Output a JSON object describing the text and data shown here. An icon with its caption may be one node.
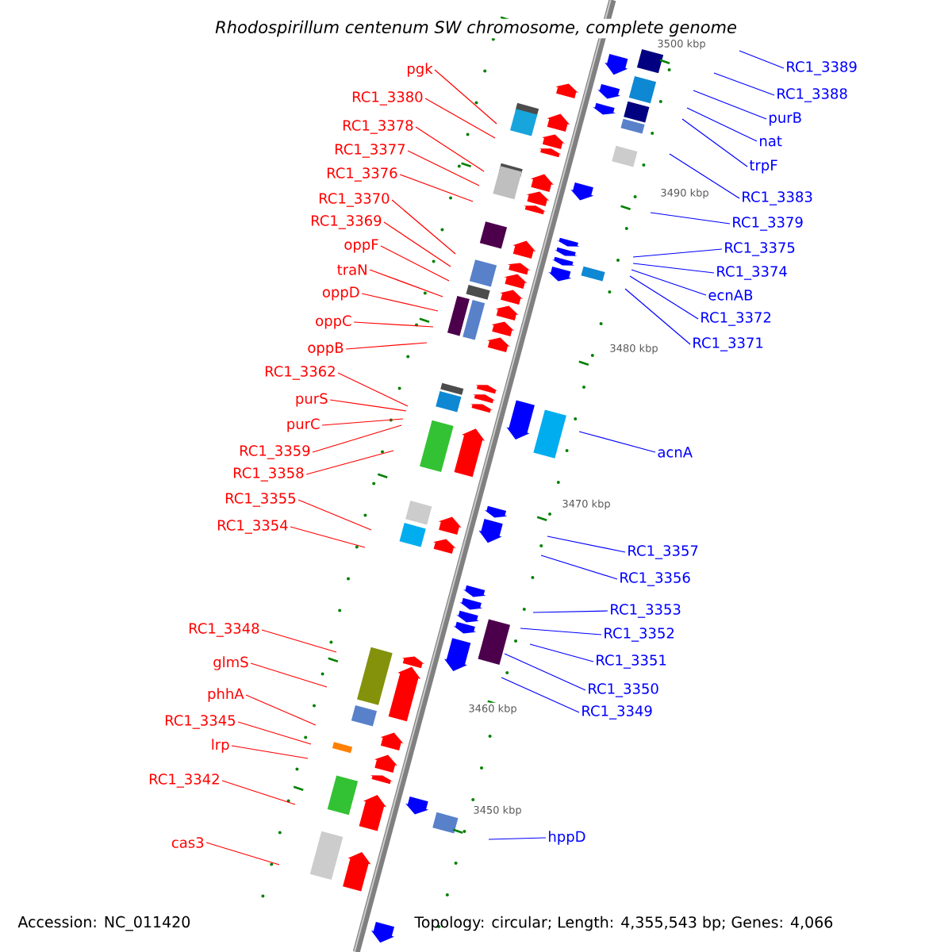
{
  "diagram": {
    "title": "Rhodospirillum centenum SW chromosome, complete genome",
    "nodes": [
      {
        "text": [
          "pgk"
        ]
      },
      {
        "text": [
          "RC1_3380"
        ]
      },
      {
        "text": [
          "RC1_3378"
        ]
      },
      {
        "text": [
          "RC1_3377"
        ]
      },
      {
        "text": [
          "RC1_3376"
        ]
      },
      {
        "text": [
          "RC1_3370"
        ]
      },
      {
        "text": [
          "RC1_3369"
        ]
      },
      {
        "text": [
          "oppF"
        ]
      },
      {
        "text": [
          "traN"
        ]
      },
      {
        "text": [
          "oppD"
        ]
      },
      {
        "text": [
          "oppC"
        ]
      },
      {
        "text": [
          "oppB"
        ]
      },
      {
        "text": [
          "RC1_3362"
        ]
      },
      {
        "text": [
          "purS"
        ]
      },
      {
        "text": [
          "purC"
        ]
      },
      {
        "text": [
          "RC1_3359"
        ]
      },
      {
        "text": [
          "RC1_3358"
        ]
      },
      {
        "text": [
          "RC1_3355"
        ]
      },
      {
        "text": [
          "RC1_3354"
        ]
      },
      {
        "text": [
          "RC1_3348"
        ]
      },
      {
        "text": [
          "glmS"
        ]
      },
      {
        "text": [
          "phhA"
        ]
      },
      {
        "text": [
          "RC1_3345"
        ]
      },
      {
        "text": [
          "lrp"
        ]
      },
      {
        "text": [
          "RC1_3342"
        ]
      },
      {
        "text": [
          "cas3"
        ]
      },
      {
        "text": [
          "RC1_3389"
        ]
      },
      {
        "text": [
          "RC1_3388"
        ]
      },
      {
        "text": [
          "purB"
        ]
      },
      {
        "text": [
          "nat"
        ]
      },
      {
        "text": [
          "trpF"
        ]
      },
      {
        "text": [
          "RC1_3383"
        ]
      },
      {
        "text": [
          "RC1_3379"
        ]
      },
      {
        "text": [
          "RC1_3375"
        ]
      },
      {
        "text": [
          "RC1_3374"
        ]
      },
      {
        "text": [
          "ecnAB"
        ]
      },
      {
        "text": [
          "RC1_3372"
        ]
      },
      {
        "text": [
          "RC1_3371"
        ]
      },
      {
        "text": [
          "acnA"
        ]
      },
      {
        "text": [
          "RC1_3357"
        ]
      },
      {
        "text": [
          "RC1_3356"
        ]
      },
      {
        "text": [
          "RC1_3353"
        ]
      },
      {
        "text": [
          "RC1_3352"
        ]
      },
      {
        "text": [
          "RC1_3351"
        ]
      },
      {
        "text": [
          "RC1_3350"
        ]
      },
      {
        "text": [
          "RC1_3349"
        ]
      },
      {
        "text": [
          "hppD"
        ]
      }
    ],
    "edges": [
      {
        "from": 0,
        "to": null,
        "arrow": "none"
      },
      {
        "from": 1,
        "to": null,
        "arrow": "none"
      },
      {
        "from": 2,
        "to": null,
        "arrow": "none"
      },
      {
        "from": 3,
        "to": null,
        "arrow": "none"
      },
      {
        "from": 4,
        "to": null,
        "arrow": "none"
      },
      {
        "from": 5,
        "to": null,
        "arrow": "none"
      },
      {
        "from": 6,
        "to": null,
        "arrow": "none"
      },
      {
        "from": 7,
        "to": null,
        "arrow": "none"
      },
      {
        "from": 8,
        "to": null,
        "arrow": "none"
      },
      {
        "from": 9,
        "to": null,
        "arrow": "none"
      },
      {
        "from": 10,
        "to": null,
        "arrow": "none"
      },
      {
        "from": 11,
        "to": null,
        "arrow": "none"
      },
      {
        "from": 12,
        "to": null,
        "arrow": "none"
      },
      {
        "from": 13,
        "to": null,
        "arrow": "none"
      },
      {
        "from": 14,
        "to": null,
        "arrow": "none"
      },
      {
        "from": 15,
        "to": null,
        "arrow": "none"
      },
      {
        "from": 16,
        "to": null,
        "arrow": "none"
      },
      {
        "from": 17,
        "to": null,
        "arrow": "none"
      },
      {
        "from": 18,
        "to": null,
        "arrow": "none"
      },
      {
        "from": 19,
        "to": null,
        "arrow": "none"
      },
      {
        "from": 20,
        "to": null,
        "arrow": "none"
      },
      {
        "from": 21,
        "to": null,
        "arrow": "none"
      },
      {
        "from": 22,
        "to": null,
        "arrow": "none"
      },
      {
        "from": 23,
        "to": null,
        "arrow": "none"
      },
      {
        "from": 24,
        "to": null,
        "arrow": "none"
      },
      {
        "from": 25,
        "to": null,
        "arrow": "none"
      },
      {
        "from": 26,
        "to": null,
        "arrow": "none",
        "color": "#0000ff"
      },
      {
        "from": 27,
        "to": null,
        "arrow": "none",
        "color": "#0000ff"
      },
      {
        "from": 28,
        "to": null,
        "arrow": "none",
        "color": "#0000ff"
      },
      {
        "from": 29,
        "to": null,
        "arrow": "none",
        "color": "#0000ff"
      },
      {
        "from": 30,
        "to": null,
        "arrow": "none",
        "color": "#0000ff"
      },
      {
        "from": 31,
        "to": null,
        "arrow": "none",
        "color": "#0000ff"
      },
      {
        "from": 32,
        "to": null,
        "arrow": "none",
        "color": "#0000ff"
      },
      {
        "from": 33,
        "to": null,
        "arrow": "none",
        "color": "#0000ff"
      },
      {
        "from": 34,
        "to": null,
        "arrow": "none",
        "color": "#0000ff"
      },
      {
        "from": 35,
        "to": null,
        "arrow": "none",
        "color": "#0000ff"
      },
      {
        "from": 36,
        "to": null,
        "arrow": "none",
        "color": "#0000ff"
      },
      {
        "from": 37,
        "to": null,
        "arrow": "none",
        "color": "#0000ff"
      },
      {
        "from": 38,
        "to": null,
        "arrow": "none",
        "color": "#0000ff"
      },
      {
        "from": 39,
        "to": null,
        "arrow": "none",
        "color": "#0000ff"
      },
      {
        "from": 40,
        "to": null,
        "arrow": "none",
        "color": "#0000ff"
      },
      {
        "from": 41,
        "to": null,
        "arrow": "none",
        "color": "#0000ff"
      },
      {
        "from": 42,
        "to": null,
        "arrow": "none",
        "color": "#0000ff"
      },
      {
        "from": 43,
        "to": null,
        "arrow": "none",
        "color": "#0000ff"
      },
      {
        "from": 44,
        "to": null,
        "arrow": "none",
        "color": "#0000ff"
      },
      {
        "from": 45,
        "to": null,
        "arrow": "none",
        "color": "#0000ff"
      },
      {
        "from": 46,
        "to": null,
        "arrow": "none",
        "color": "#0000ff"
      }
    ],
    "labels": [
      "3500 kbp",
      "3490 kbp",
      "3480 kbp",
      "3470 kbp",
      "3460 kbp",
      "3450 kbp",
      "Accession: NC_011420",
      "Topology: circular; Length: 4,355,543 bp; Genes: 4,066"
    ]
  }
}
